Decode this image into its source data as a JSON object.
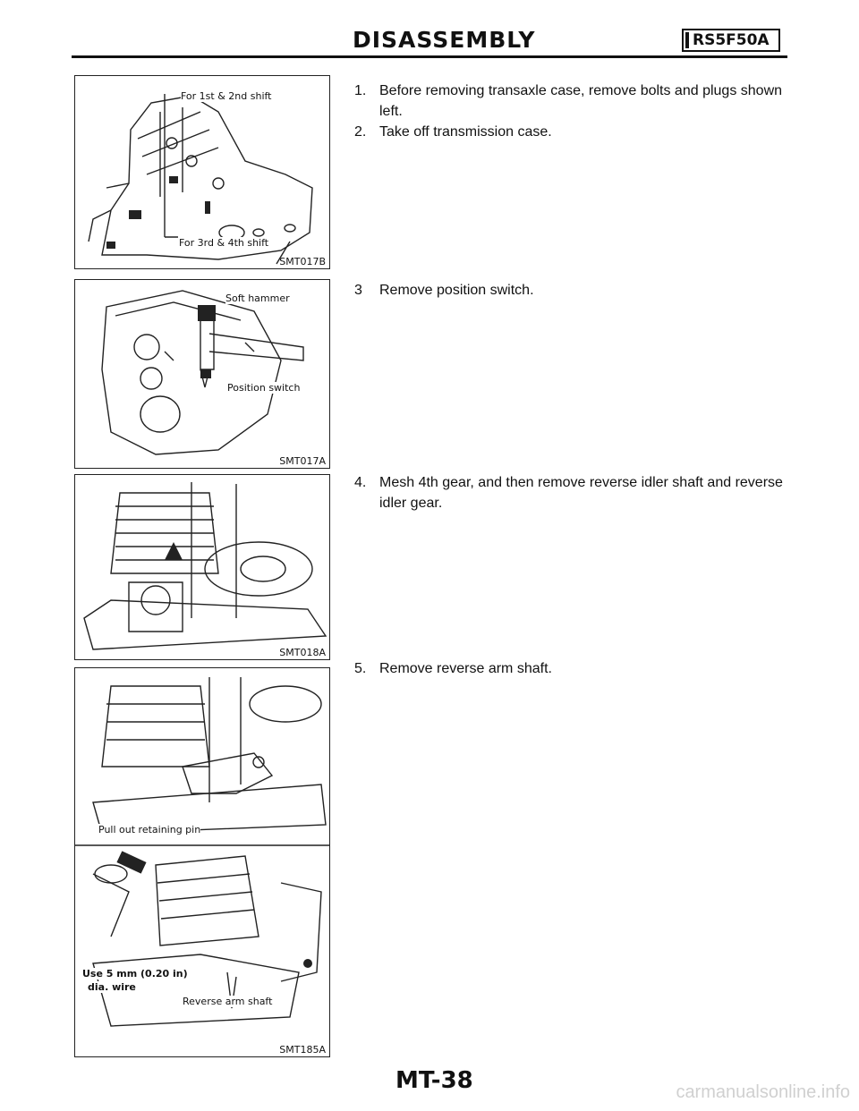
{
  "header": {
    "title": "DISASSEMBLY",
    "model": "RS5F50A"
  },
  "figures": [
    {
      "code": "SMT017B",
      "callouts": [
        "For 1st & 2nd shift",
        "For 3rd & 4th shift"
      ]
    },
    {
      "code": "SMT017A",
      "callouts": [
        "Soft hammer",
        "Position switch"
      ]
    },
    {
      "code": "SMT018A",
      "callouts": []
    },
    {
      "code": "",
      "callouts": [
        "Pull out retaining pin"
      ]
    },
    {
      "code": "SMT185A",
      "callouts": [
        "Use 5 mm (0.20 in)",
        "dia. wire",
        "Reverse arm shaft"
      ]
    }
  ],
  "steps": [
    {
      "num": "1.",
      "text": "Before removing transaxle case, remove bolts and plugs shown left."
    },
    {
      "num": "2.",
      "text": "Take off transmission case."
    },
    {
      "num": "3",
      "text": "Remove position switch."
    },
    {
      "num": "4.",
      "text": "Mesh 4th gear, and then remove reverse idler shaft and reverse idler gear."
    },
    {
      "num": "5.",
      "text": "Remove reverse arm shaft."
    }
  ],
  "footer": {
    "page_number": "MT-38",
    "watermark": "carmanualsonline.info"
  }
}
